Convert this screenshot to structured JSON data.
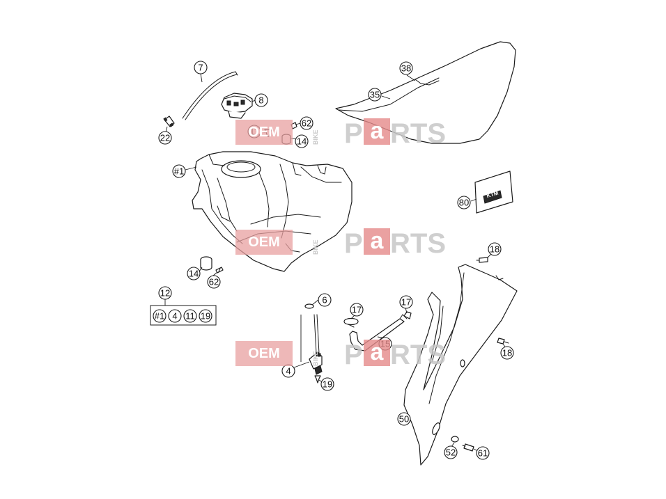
{
  "watermark": {
    "oem": "OEM",
    "bike": "BIKE",
    "p": "P",
    "a": "a",
    "rts": "RTS"
  },
  "decal_logo": "KTM",
  "callouts": {
    "c7": "7",
    "c8": "8",
    "c22": "22",
    "c11a": "11",
    "c62a": "62",
    "c14a": "14",
    "c1": "#1",
    "c38": "38",
    "c35": "35",
    "c80": "80",
    "c14b": "14",
    "c62b": "62",
    "c12": "12",
    "c6": "6",
    "c17a": "17",
    "c17b": "17",
    "c15": "15",
    "c4": "4",
    "c19": "19",
    "c18a": "18",
    "c18b": "18",
    "c50": "50",
    "c52": "52",
    "c61": "61"
  },
  "kit_group": [
    "#1",
    "4",
    "11",
    "19"
  ],
  "colors": {
    "line": "#1a1a1a",
    "watermark_red": "#e58a8a",
    "watermark_grey": "#c7c7c7"
  }
}
